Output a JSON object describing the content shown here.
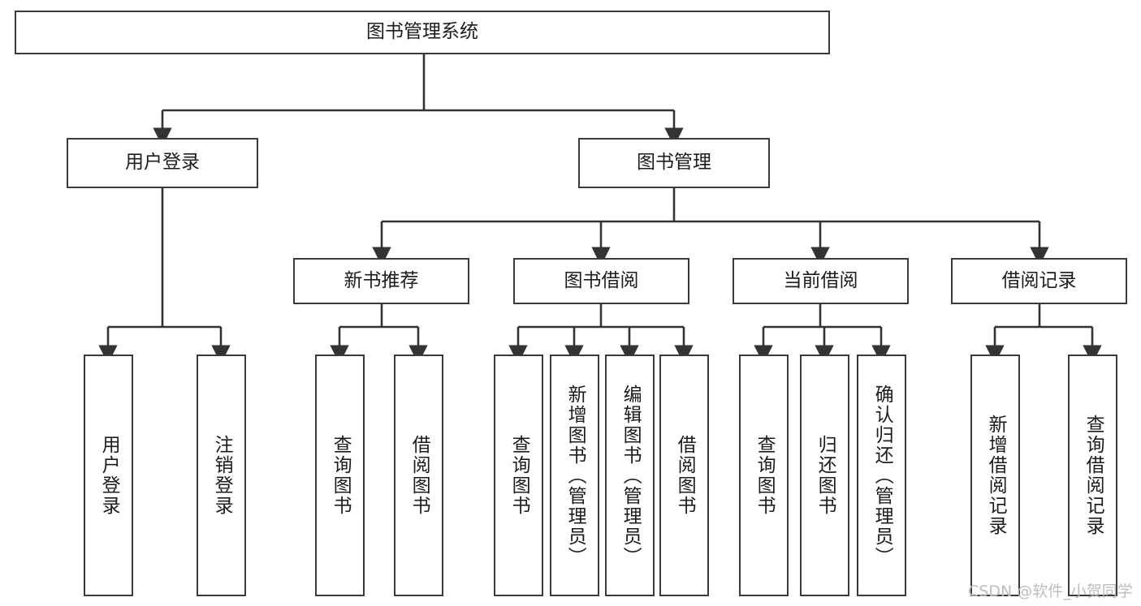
{
  "diagram": {
    "title": "图书管理系统",
    "type": "hierarchy-tree",
    "colors": {
      "box_border": "#3a3a3a",
      "box_fill": "#ffffff",
      "connector": "#333333",
      "text": "#1c1c1c",
      "watermark": "#bdbdbd"
    },
    "root": {
      "label": "图书管理系统"
    },
    "level2": [
      {
        "label": "用户登录"
      },
      {
        "label": "图书管理"
      }
    ],
    "level3": [
      {
        "label": "新书推荐"
      },
      {
        "label": "图书借阅"
      },
      {
        "label": "当前借阅"
      },
      {
        "label": "借阅记录"
      }
    ],
    "leaves": {
      "user_login": [
        {
          "label": "用户登录"
        },
        {
          "label": "注销登录"
        }
      ],
      "new_book_recommend": [
        {
          "label": "查询图书"
        },
        {
          "label": "借阅图书"
        }
      ],
      "book_borrow": [
        {
          "label": "查询图书"
        },
        {
          "label": "新增图书（管理员）"
        },
        {
          "label": "编辑图书（管理员）"
        },
        {
          "label": "借阅图书"
        }
      ],
      "current_borrow": [
        {
          "label": "查询图书"
        },
        {
          "label": "归还图书"
        },
        {
          "label": "确认归还（管理员）"
        }
      ],
      "borrow_record": [
        {
          "label": "新增借阅记录"
        },
        {
          "label": "查询借阅记录"
        }
      ]
    }
  },
  "watermark": {
    "text": "CSDN @软件_小贺同学"
  }
}
